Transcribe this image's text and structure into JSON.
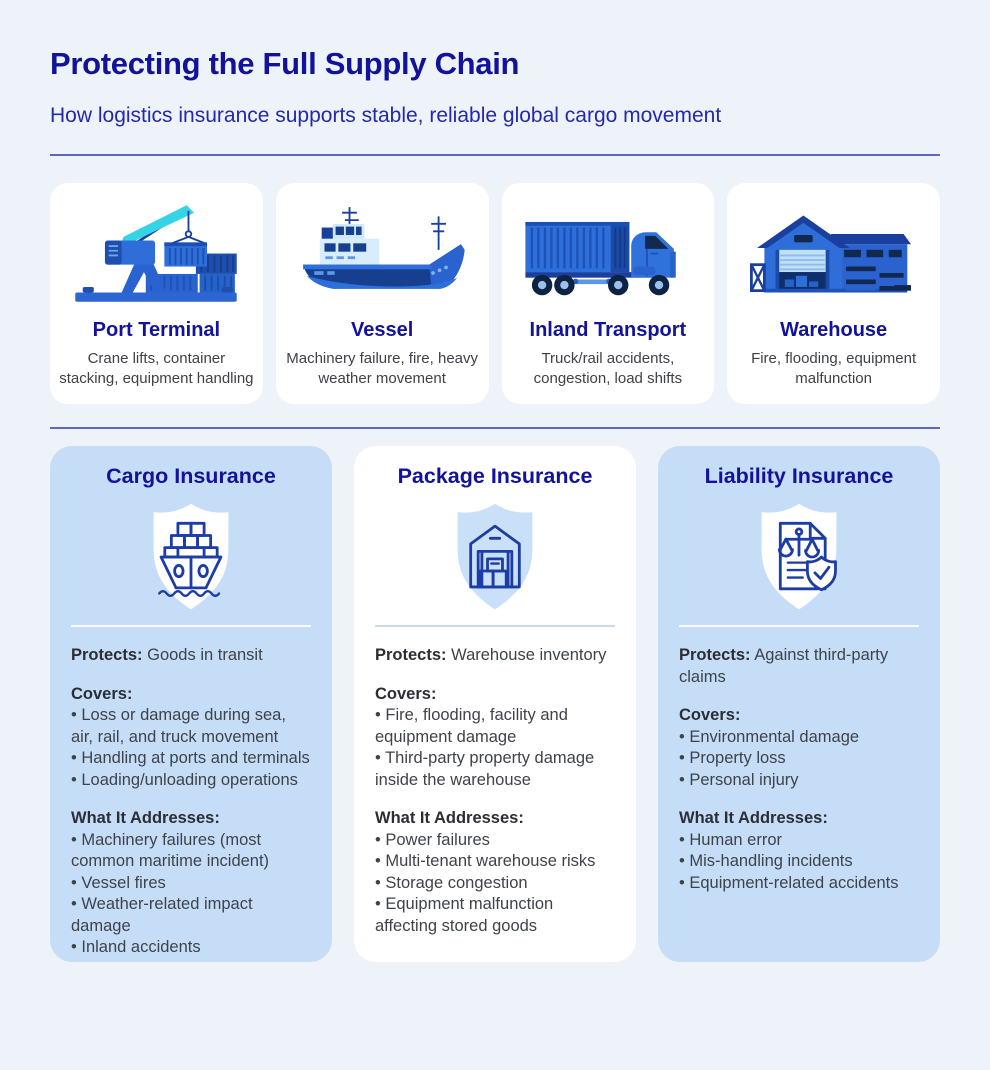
{
  "header": {
    "title": "Protecting the Full Supply Chain",
    "subtitle": "How logistics insurance supports stable, reliable global cargo movement"
  },
  "risk_cards": [
    {
      "title": "Port Terminal",
      "description": "Crane lifts, container stacking, equipment handling",
      "icon": "port-crane-illustration"
    },
    {
      "title": "Vessel",
      "description": "Machinery failure, fire, heavy weather movement",
      "icon": "cargo-ship-illustration"
    },
    {
      "title": "Inland Transport",
      "description": "Truck/rail accidents, congestion, load shifts",
      "icon": "container-truck-illustration"
    },
    {
      "title": "Warehouse",
      "description": "Fire, flooding, equipment malfunction",
      "icon": "warehouse-building-illustration"
    }
  ],
  "insurance_cards": [
    {
      "title": "Cargo Insurance",
      "icon": "shield-cargo-ship-icon",
      "protects_label": "Protects:",
      "protects_value": "Goods in transit",
      "covers_label": "Covers:",
      "covers": [
        "Loss or damage during sea, air, rail, and truck movement",
        "Handling at ports and terminals",
        "Loading/unloading operations"
      ],
      "addresses_label": "What It Addresses:",
      "addresses": [
        "Machinery failures (most common maritime incident)",
        "Vessel fires",
        "Weather-related impact damage",
        "Inland accidents"
      ]
    },
    {
      "title": "Package Insurance",
      "icon": "shield-warehouse-icon",
      "protects_label": "Protects:",
      "protects_value": "Warehouse inventory",
      "covers_label": "Covers:",
      "covers": [
        "Fire, flooding, facility and equipment damage",
        "Third-party property damage inside the warehouse"
      ],
      "addresses_label": "What It Addresses:",
      "addresses": [
        "Power failures",
        "Multi-tenant warehouse risks",
        "Storage congestion",
        "Equipment malfunction affecting stored goods"
      ]
    },
    {
      "title": "Liability Insurance",
      "icon": "shield-legal-document-icon",
      "protects_label": "Protects:",
      "protects_value": "Against third-party claims",
      "covers_label": "Covers:",
      "covers": [
        "Environmental damage",
        "Property loss",
        "Personal injury"
      ],
      "addresses_label": "What It Addresses:",
      "addresses": [
        "Human error",
        "Mis-handling incidents",
        "Equipment-related accidents"
      ]
    }
  ],
  "colors": {
    "page_background": "#edf3f9",
    "card_white": "#ffffff",
    "card_light_blue": "#c6ddf8",
    "heading_navy": "#12129b",
    "subtitle_blue": "#2329ac",
    "body_gray": "#3e434a",
    "divider_violet": "#6065c2",
    "icon_stroke_blue": "#1d3da6",
    "illustration_blue": "#2e6fd9",
    "illustration_navy": "#16408f"
  }
}
